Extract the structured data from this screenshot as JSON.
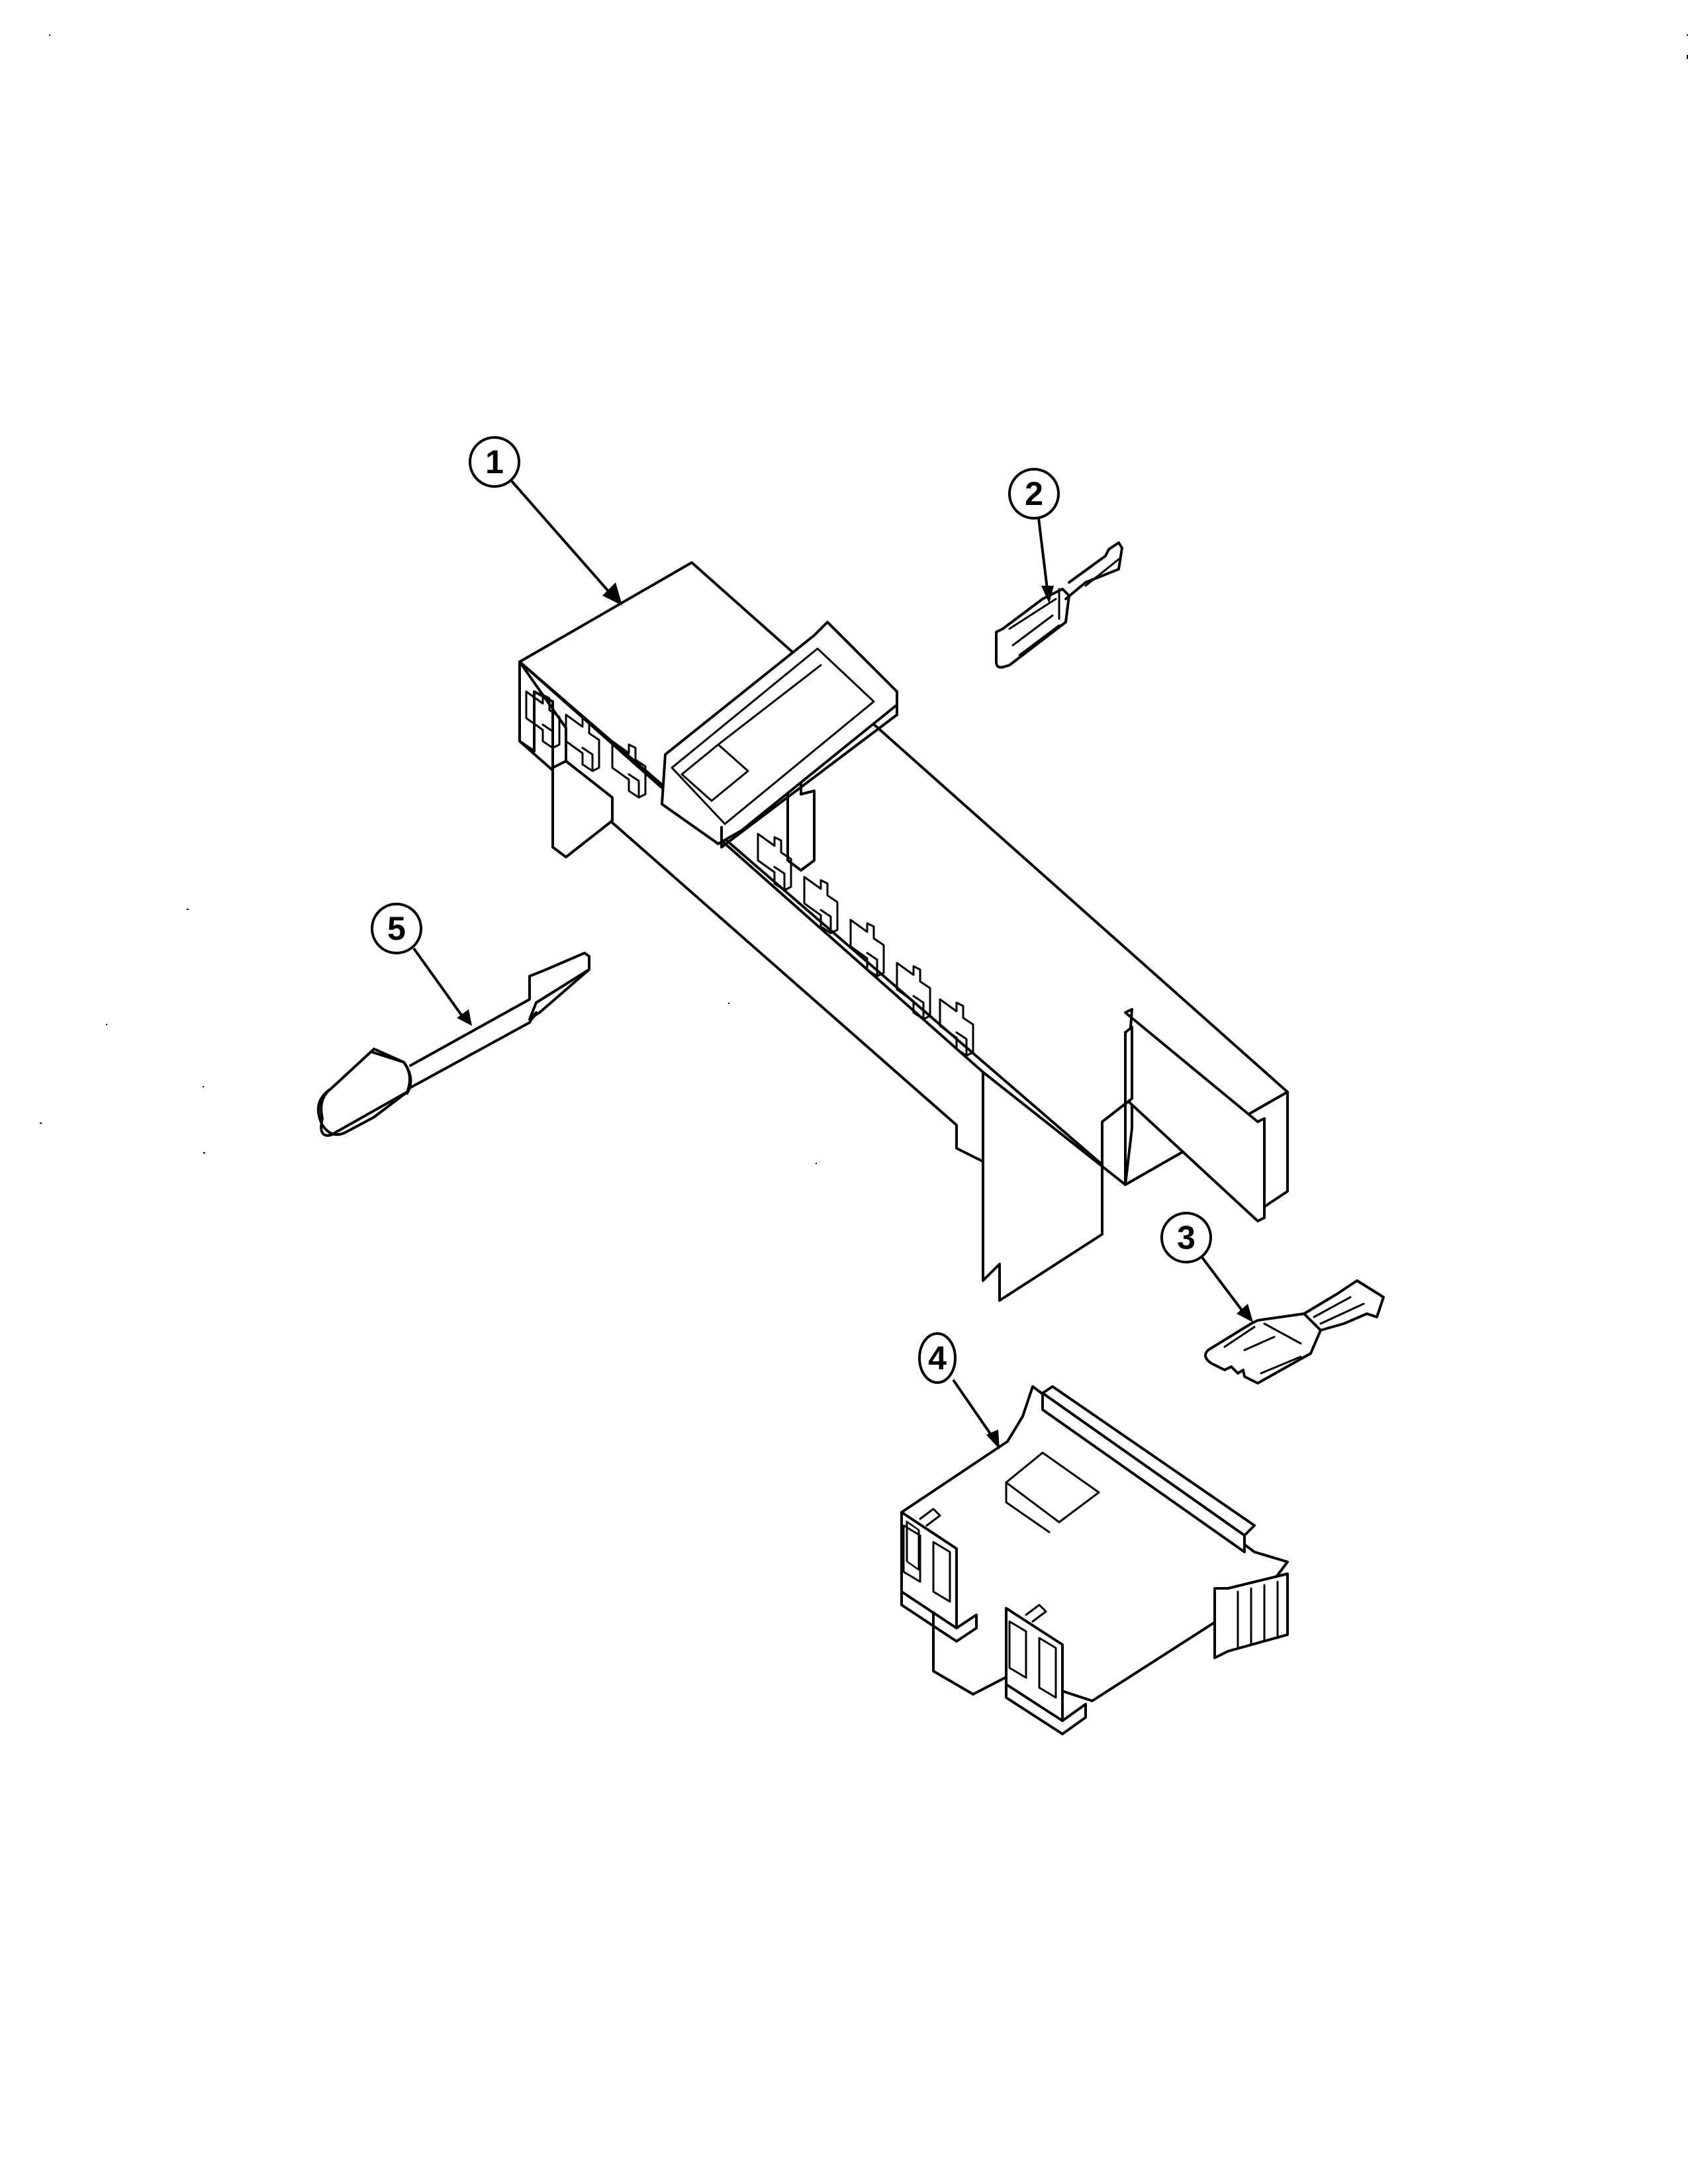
{
  "page": {
    "background": "#ffffff",
    "line_color": "#000000"
  },
  "callouts": [
    {
      "id": "1",
      "label": "1",
      "part": "connector-housing"
    },
    {
      "id": "2",
      "label": "2",
      "part": "terminal-small"
    },
    {
      "id": "3",
      "label": "3",
      "part": "terminal-large"
    },
    {
      "id": "4",
      "label": "4",
      "part": "double-connector-block"
    },
    {
      "id": "5",
      "label": "5",
      "part": "probe-tool"
    }
  ]
}
